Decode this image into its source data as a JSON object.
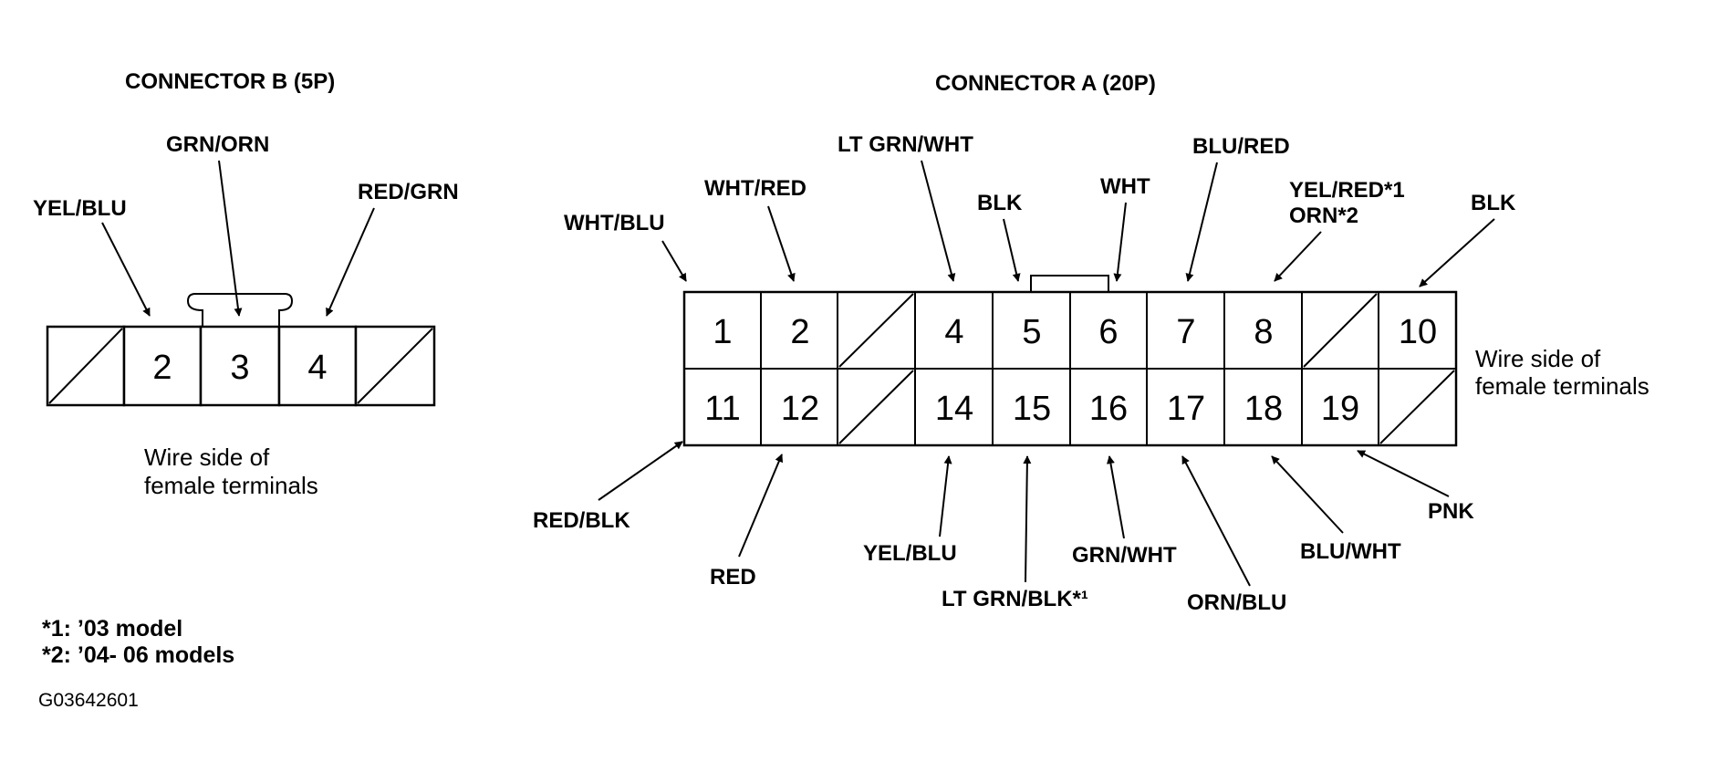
{
  "connector_b": {
    "title": "CONNECTOR B (5P)",
    "note_line1": "Wire side of",
    "note_line2": "female terminals",
    "terminals": [
      {
        "number": "",
        "empty": true
      },
      {
        "number": "2",
        "empty": false
      },
      {
        "number": "3",
        "empty": false
      },
      {
        "number": "4",
        "empty": false
      },
      {
        "number": "",
        "empty": true
      }
    ],
    "wires": [
      {
        "terminal": "2",
        "color": "YEL/BLU"
      },
      {
        "terminal": "3",
        "color": "GRN/ORN"
      },
      {
        "terminal": "4",
        "color": "RED/GRN"
      }
    ]
  },
  "connector_a": {
    "title": "CONNECTOR A (20P)",
    "note_line1": "Wire side of",
    "note_line2": "female terminals",
    "top_row": [
      "1",
      "2",
      "",
      "4",
      "5",
      "6",
      "7",
      "8",
      "",
      "10"
    ],
    "bottom_row": [
      "11",
      "12",
      "",
      "14",
      "15",
      "16",
      "17",
      "18",
      "19",
      ""
    ],
    "wires_top": [
      {
        "terminal": "1",
        "color": "WHT/BLU"
      },
      {
        "terminal": "2",
        "color": "WHT/RED"
      },
      {
        "terminal": "4",
        "color": "LT GRN/WHT"
      },
      {
        "terminal": "5",
        "color": "BLK"
      },
      {
        "terminal": "6",
        "color": "WHT"
      },
      {
        "terminal": "7",
        "color": "BLU/RED"
      },
      {
        "terminal": "8",
        "color_line1": "YEL/RED*1",
        "color_line2": "ORN*2"
      },
      {
        "terminal": "10",
        "color": "BLK"
      }
    ],
    "wires_bottom": [
      {
        "terminal": "11",
        "color": "RED/BLK"
      },
      {
        "terminal": "12",
        "color": "RED"
      },
      {
        "terminal": "14",
        "color": "YEL/BLU"
      },
      {
        "terminal": "15",
        "color": "LT GRN/BLK*¹"
      },
      {
        "terminal": "16",
        "color": "GRN/WHT"
      },
      {
        "terminal": "17",
        "color": "ORN/BLU"
      },
      {
        "terminal": "18",
        "color": "BLU/WHT"
      },
      {
        "terminal": "19",
        "color": "PNK"
      }
    ]
  },
  "footnotes": [
    "*1: ’03 model",
    "*2: ’04- 06 models"
  ],
  "figure_code": "G03642601"
}
